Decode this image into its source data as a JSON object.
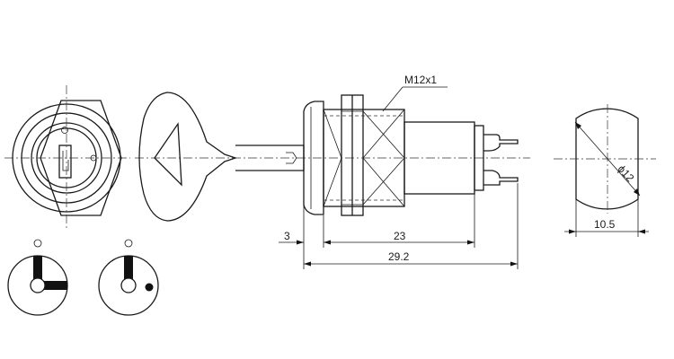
{
  "dimensions": {
    "thread": "M12x1",
    "flange": "3",
    "body_length": "23",
    "overall_length": "29.2",
    "diameter": "ϕ12",
    "flat_width": "10.5"
  },
  "colors": {
    "line": "#1a1a1a",
    "background": "#ffffff"
  },
  "icons": {
    "position_1": "key-position-off-icon",
    "position_2": "key-position-on-icon"
  }
}
